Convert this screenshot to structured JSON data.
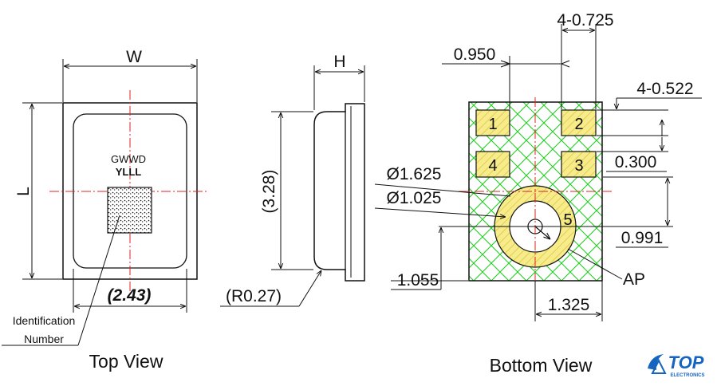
{
  "top_view": {
    "marking_line1": "GWWD",
    "marking_line2": "YLLL",
    "dim_width": "W",
    "dim_length": "L",
    "dim_window": "(2.43)",
    "id_label_line1": "Identification",
    "id_label_line2": "Number",
    "caption": "Top View"
  },
  "side_view": {
    "dim_height": "H",
    "dim_body": "(3.28)",
    "dim_radius": "(R0.27)"
  },
  "bottom_view": {
    "dim_pad_width": "4-0.725",
    "dim_pitch_x": "0.950",
    "dim_pad_height": "4-0.522",
    "dim_pad_gap": "0.300",
    "dim_outer_dia": "Ø1.625",
    "dim_inner_dia": "Ø1.025",
    "dim_center_y": "0.991",
    "dim_bottom_y": "1.055",
    "dim_center_x": "1.325",
    "label_ap": "AP",
    "pads": [
      "1",
      "2",
      "3",
      "4",
      "5"
    ],
    "caption": "Bottom View"
  },
  "logo": {
    "name": "TOP",
    "subtitle": "ELECTRONICS"
  },
  "colors": {
    "line": "#111111",
    "centerline": "#e0201f",
    "hatch_green": "#22cc22",
    "pad_yellow": "#f3e36a",
    "pad_hatch": "#d8c440",
    "logo_blue": "#1565c0"
  }
}
